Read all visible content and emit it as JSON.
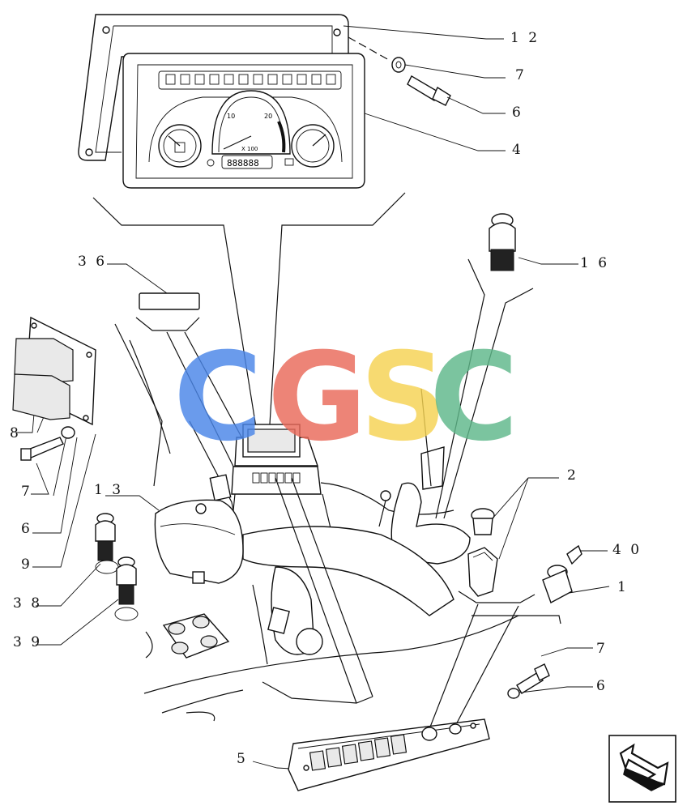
{
  "callouts": [
    {
      "id": "c12",
      "label": "1 2"
    },
    {
      "id": "c7a",
      "label": "7"
    },
    {
      "id": "c6a",
      "label": "6"
    },
    {
      "id": "c4",
      "label": "4"
    },
    {
      "id": "c16",
      "label": "1 6"
    },
    {
      "id": "c36",
      "label": "3 6"
    },
    {
      "id": "c2",
      "label": "2"
    },
    {
      "id": "c40",
      "label": "4 0"
    },
    {
      "id": "c1",
      "label": "1"
    },
    {
      "id": "c8",
      "label": "8"
    },
    {
      "id": "c7b",
      "label": "7"
    },
    {
      "id": "c6b",
      "label": "6"
    },
    {
      "id": "c9",
      "label": "9"
    },
    {
      "id": "c13",
      "label": "1 3"
    },
    {
      "id": "c38",
      "label": "3 8"
    },
    {
      "id": "c39",
      "label": "3 9"
    },
    {
      "id": "c7c",
      "label": "7"
    },
    {
      "id": "c6c",
      "label": "6"
    },
    {
      "id": "c5",
      "label": "5"
    }
  ],
  "gauge": {
    "tick10": "10",
    "tick20": "20",
    "multiplier": "X 100",
    "odometer": "888888"
  },
  "watermark": {
    "letters": [
      "C",
      "G",
      "S",
      "C"
    ],
    "colors": [
      "#4a86e8",
      "#ea6a5a",
      "#f6d352",
      "#5fb88a"
    ]
  },
  "nav_icon": "next-page-arrow-icon"
}
